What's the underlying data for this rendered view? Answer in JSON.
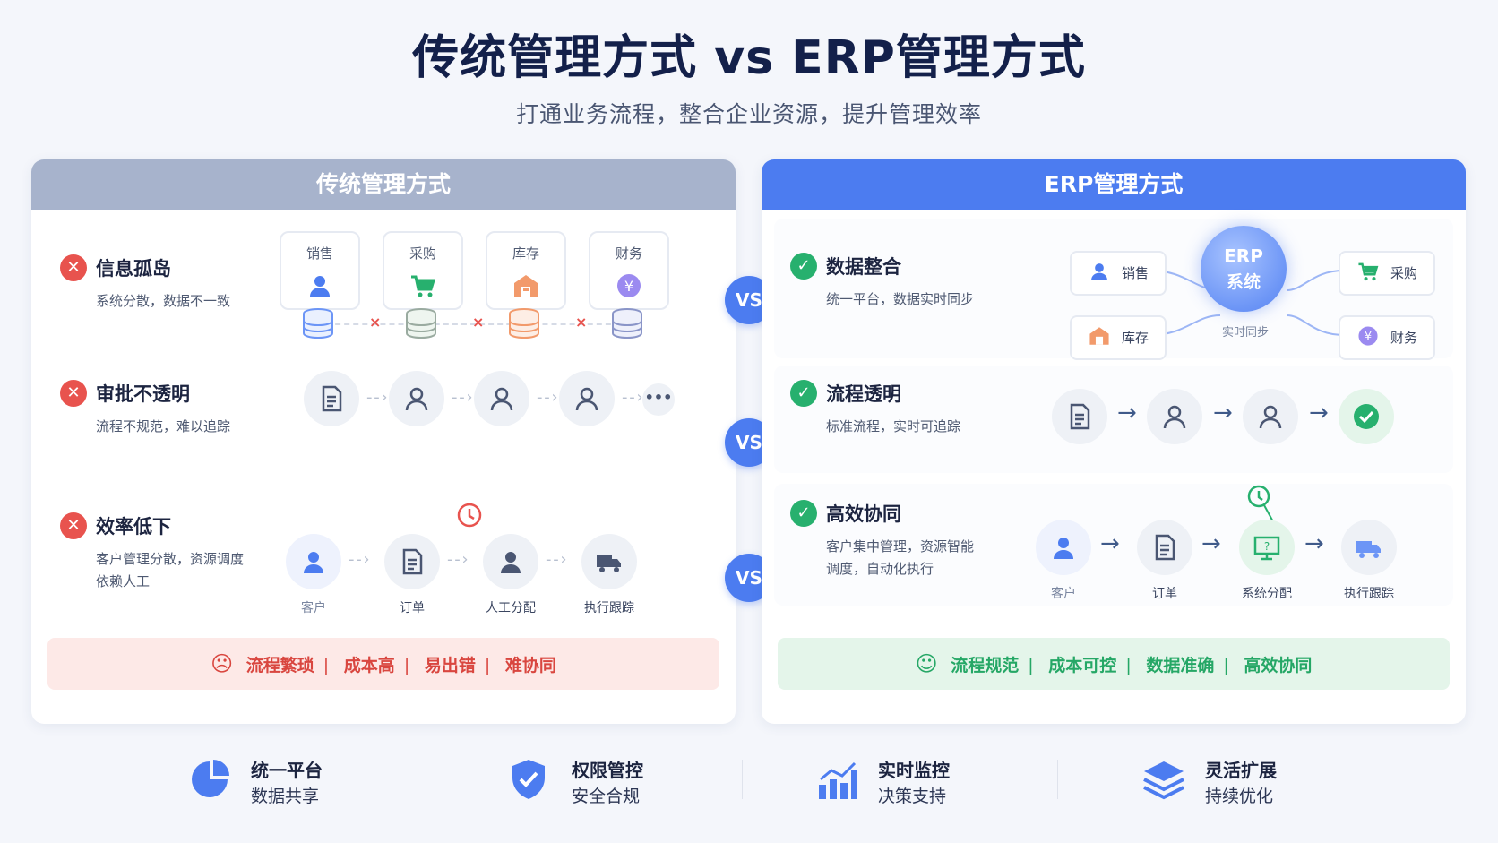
{
  "title": "传统管理方式 vs ERP管理方式",
  "subtitle": "打通业务流程，整合企业资源，提升管理效率",
  "left": {
    "header": "传统管理方式",
    "rows": [
      {
        "title": "信息孤岛",
        "desc": "系统分散，数据不一致"
      },
      {
        "title": "审批不透明",
        "desc": "流程不规范，难以追踪"
      },
      {
        "title": "效率低下",
        "desc": "客户管理分散，资源调度依赖人工"
      }
    ],
    "silo_cards": [
      "销售",
      "采购",
      "库存",
      "财务"
    ],
    "flow_labels": [
      "客户",
      "订单",
      "人工分配",
      "执行跟踪"
    ],
    "bottom": [
      "流程繁琐",
      "成本高",
      "易出错",
      "难协同"
    ]
  },
  "right": {
    "header": "ERP管理方式",
    "rows": [
      {
        "title": "数据整合",
        "desc": "统一平台，数据实时同步"
      },
      {
        "title": "流程透明",
        "desc": "标准流程，实时可追踪"
      },
      {
        "title": "高效协同",
        "desc": "客户集中管理，资源智能调度，自动化执行"
      }
    ],
    "erp_nodes": [
      "销售",
      "采购",
      "库存",
      "财务"
    ],
    "hub_line1": "ERP",
    "hub_line2": "系统",
    "hub_caption": "实时同步",
    "flow_labels": [
      "客户",
      "订单",
      "系统分配",
      "执行跟踪"
    ],
    "bottom": [
      "流程规范",
      "成本可控",
      "数据准确",
      "高效协同"
    ]
  },
  "vs_label": "VS",
  "features": [
    {
      "title": "统一平台",
      "sub": "数据共享",
      "icon": "pie-chart-icon"
    },
    {
      "title": "权限管控",
      "sub": "安全合规",
      "icon": "shield-check-icon"
    },
    {
      "title": "实时监控",
      "sub": "决策支持",
      "icon": "bar-chart-icon"
    },
    {
      "title": "灵活扩展",
      "sub": "持续优化",
      "icon": "layers-icon"
    }
  ],
  "colors": {
    "accent_blue": "#4c7cf0",
    "header_gray": "#a7b3cc",
    "error_red": "#e8534e",
    "success_green": "#27b06e"
  }
}
